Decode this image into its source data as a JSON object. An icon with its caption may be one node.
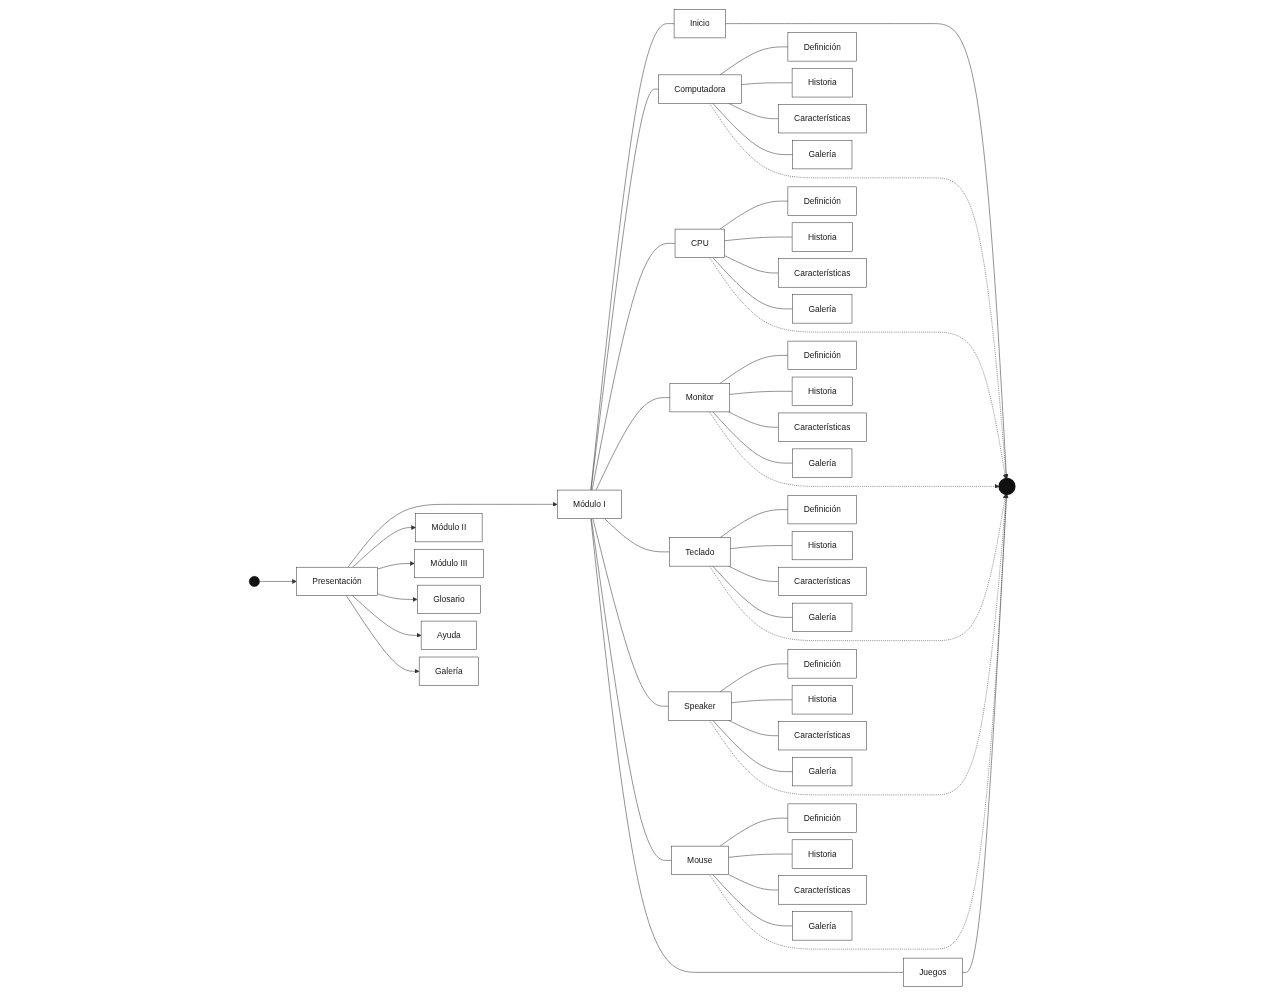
{
  "diagram": {
    "nodes": [
      {
        "text": [],
        "shape": "circle"
      },
      {
        "text": [
          "Presentación"
        ]
      },
      {
        "text": [
          "Módulo I"
        ]
      },
      {
        "text": [
          "Módulo II"
        ]
      },
      {
        "text": [
          "Módulo III"
        ]
      },
      {
        "text": [
          "Glosario"
        ]
      },
      {
        "text": [
          "Ayuda"
        ]
      },
      {
        "text": [
          "Galería"
        ]
      },
      {
        "text": [
          "Inicio"
        ]
      },
      {
        "text": [
          "Computadora"
        ]
      },
      {
        "text": [
          "Definición"
        ]
      },
      {
        "text": [
          "Historia"
        ]
      },
      {
        "text": [
          "Características"
        ]
      },
      {
        "text": [
          "Galería"
        ]
      },
      {
        "text": [
          "CPU"
        ]
      },
      {
        "text": [
          "Definición"
        ]
      },
      {
        "text": [
          "Historia"
        ]
      },
      {
        "text": [
          "Características"
        ]
      },
      {
        "text": [
          "Galería"
        ]
      },
      {
        "text": [
          "Monitor"
        ]
      },
      {
        "text": [
          "Definición"
        ]
      },
      {
        "text": [
          "Historia"
        ]
      },
      {
        "text": [
          "Características"
        ]
      },
      {
        "text": [
          "Galería"
        ]
      },
      {
        "text": [
          "Teclado"
        ]
      },
      {
        "text": [
          "Definición"
        ]
      },
      {
        "text": [
          "Historia"
        ]
      },
      {
        "text": [
          "Características"
        ]
      },
      {
        "text": [
          "Galería"
        ]
      },
      {
        "text": [
          "Speaker"
        ]
      },
      {
        "text": [
          "Definición"
        ]
      },
      {
        "text": [
          "Historia"
        ]
      },
      {
        "text": [
          "Características"
        ]
      },
      {
        "text": [
          "Galería"
        ]
      },
      {
        "text": [
          "Mouse"
        ]
      },
      {
        "text": [
          "Definición"
        ]
      },
      {
        "text": [
          "Historia"
        ]
      },
      {
        "text": [
          "Características"
        ]
      },
      {
        "text": [
          "Galería"
        ]
      },
      {
        "text": [
          "Juegos"
        ]
      },
      {
        "text": [],
        "shape": "circle"
      }
    ],
    "edges": [
      {
        "from": 0,
        "to": 1,
        "arrow": "to"
      },
      {
        "from": 1,
        "to": 2,
        "arrow": "to"
      },
      {
        "from": 1,
        "to": 3,
        "arrow": "to"
      },
      {
        "from": 1,
        "to": 4,
        "arrow": "to"
      },
      {
        "from": 1,
        "to": 5,
        "arrow": "to"
      },
      {
        "from": 1,
        "to": 6,
        "arrow": "to"
      },
      {
        "from": 1,
        "to": 7,
        "arrow": "to"
      },
      {
        "from": 2,
        "to": 8,
        "arrow": "none"
      },
      {
        "from": 2,
        "to": 9,
        "arrow": "none"
      },
      {
        "from": 2,
        "to": 14,
        "arrow": "none"
      },
      {
        "from": 2,
        "to": 19,
        "arrow": "none"
      },
      {
        "from": 2,
        "to": 24,
        "arrow": "none"
      },
      {
        "from": 2,
        "to": 29,
        "arrow": "none"
      },
      {
        "from": 2,
        "to": 34,
        "arrow": "none"
      },
      {
        "from": 2,
        "to": 39,
        "arrow": "none"
      },
      {
        "from": 9,
        "to": 10,
        "arrow": "none"
      },
      {
        "from": 9,
        "to": 11,
        "arrow": "none"
      },
      {
        "from": 9,
        "to": 12,
        "arrow": "none"
      },
      {
        "from": 9,
        "to": 13,
        "arrow": "none"
      },
      {
        "from": 14,
        "to": 15,
        "arrow": "none"
      },
      {
        "from": 14,
        "to": 16,
        "arrow": "none"
      },
      {
        "from": 14,
        "to": 17,
        "arrow": "none"
      },
      {
        "from": 14,
        "to": 18,
        "arrow": "none"
      },
      {
        "from": 19,
        "to": 20,
        "arrow": "none"
      },
      {
        "from": 19,
        "to": 21,
        "arrow": "none"
      },
      {
        "from": 19,
        "to": 22,
        "arrow": "none"
      },
      {
        "from": 19,
        "to": 23,
        "arrow": "none"
      },
      {
        "from": 24,
        "to": 25,
        "arrow": "none"
      },
      {
        "from": 24,
        "to": 26,
        "arrow": "none"
      },
      {
        "from": 24,
        "to": 27,
        "arrow": "none"
      },
      {
        "from": 24,
        "to": 28,
        "arrow": "none"
      },
      {
        "from": 29,
        "to": 30,
        "arrow": "none"
      },
      {
        "from": 29,
        "to": 31,
        "arrow": "none"
      },
      {
        "from": 29,
        "to": 32,
        "arrow": "none"
      },
      {
        "from": 29,
        "to": 33,
        "arrow": "none"
      },
      {
        "from": 34,
        "to": 35,
        "arrow": "none"
      },
      {
        "from": 34,
        "to": 36,
        "arrow": "none"
      },
      {
        "from": 34,
        "to": 37,
        "arrow": "none"
      },
      {
        "from": 34,
        "to": 38,
        "arrow": "none"
      },
      {
        "from": 8,
        "to": 40,
        "arrow": "to"
      },
      {
        "from": 9,
        "to": 40,
        "arrow": "to",
        "style": "dashed"
      },
      {
        "from": 14,
        "to": 40,
        "arrow": "to",
        "style": "dashed"
      },
      {
        "from": 19,
        "to": 40,
        "arrow": "to",
        "style": "dashed"
      },
      {
        "from": 24,
        "to": 40,
        "arrow": "to",
        "style": "dashed"
      },
      {
        "from": 29,
        "to": 40,
        "arrow": "to",
        "style": "dashed"
      },
      {
        "from": 34,
        "to": 40,
        "arrow": "to",
        "style": "dashed"
      },
      {
        "from": 39,
        "to": 40,
        "arrow": "to"
      }
    ]
  }
}
